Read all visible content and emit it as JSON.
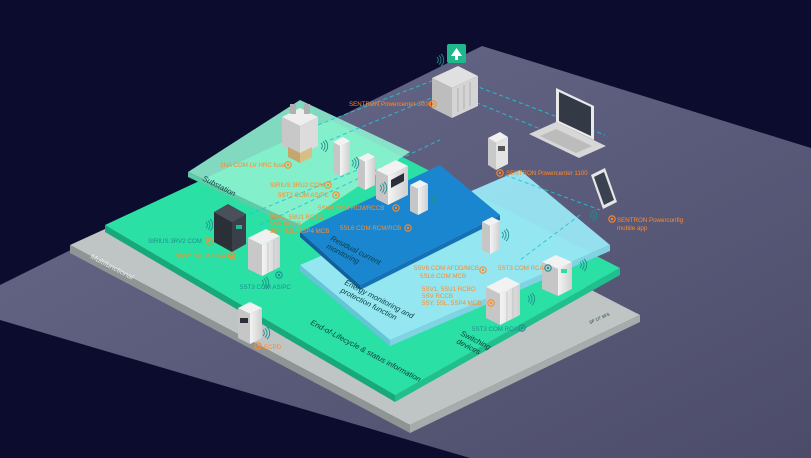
{
  "zones": {
    "multifunctional": "Multifunctional",
    "end_of_lifecycle": "End-of-Lifecycle & status information",
    "substation": "Substation",
    "residual_current_1": "Residual current",
    "residual_current_2": "monitoring",
    "energy_monitoring_1": "Energy monitoring and",
    "energy_monitoring_2": "protection function",
    "switching_1": "Switching",
    "switching_2": "devices"
  },
  "labels": {
    "powercenter_3000": "SENTRON Powercenter 3000",
    "powercenter_1100": "SENTRON Powercenter 1100",
    "powerconfig_1": "SENTRON Powerconfig",
    "powerconfig_2": "mobile app",
    "hrc_fuse": "3NA COM LV HRC fuse",
    "sirius_3ru2": "SIRIUS 3RU2 COM",
    "ast3_apc_top": "5ST3 COM AS/PC",
    "sm_com": "5SV8 COM RCM/RCCB",
    "sm_com_2": "5SL6 COM RCM/RCB",
    "sirius_3rv2": "SIRIUS 3RV2 COM",
    "circuit_breaker": "3RV2 circuit breaker",
    "rcbo_stack_1": "5SV1, 5SU1 RCBO",
    "rcbo_stack_2": "5SV RCCB",
    "rcbo_stack_3": "5SY, 5SL, 5SP4 MCB",
    "ast3_apc_bottom": "5ST3 COM AS/PC",
    "afdd_1": "5SV6 COM AFDD/MCB,",
    "afdd_2": "5SL6 COM MCB",
    "rca_top": "5ST3 COM RCA",
    "rcbo_right_1": "5SV1, 5SU1 RCBO",
    "rcbo_right_2": "5SV RCCB",
    "rcbo_right_3": "5SY, 5SL, 5SP4 MCB",
    "rca_bottom": "5ST3 COM RCA",
    "ecpd": "ECPD",
    "tiny_tag": "SP 1/7 SFS"
  },
  "colors": {
    "background": "#0b0c2e",
    "floor": "#5a5a7a",
    "tray": "#bfc4c4",
    "green": "#2be0a4",
    "cyan": "#9ae7f5",
    "blue": "#1a86cf",
    "orange": "#ff8a2a",
    "teal": "#1d8f8f"
  },
  "icons": [
    "cloud-server-icon",
    "laptop-icon",
    "tablet-icon",
    "wifi-icon",
    "target-marker-icon"
  ]
}
